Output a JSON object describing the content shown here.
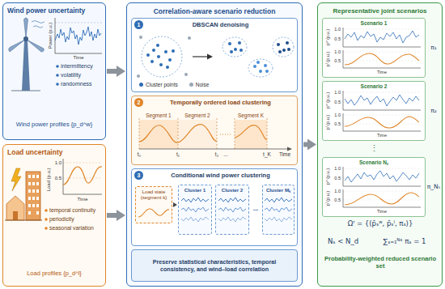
{
  "diagram": {
    "nodes": [
      {
        "text": [
          "Wind power uncertainty"
        ]
      },
      {
        "text": [
          "Load uncertainty"
        ]
      },
      {
        "text": [
          "Correlation-aware scenario reduction"
        ]
      },
      {
        "text": [
          "DBSCAN denoising"
        ],
        "in": 2
      },
      {
        "text": [
          "1"
        ],
        "in": 3
      },
      {
        "text": [
          "Temporally ordered load clustering"
        ],
        "in": 2
      },
      {
        "text": [
          "2"
        ],
        "in": 5
      },
      {
        "text": [
          "Conditional wind power clustering"
        ],
        "in": 2
      },
      {
        "text": [
          "3"
        ],
        "in": 7
      },
      {
        "text": [
          "Load state (segment k)"
        ],
        "in": 7
      },
      {
        "text": [
          "Cluster 1"
        ],
        "in": 7
      },
      {
        "text": [
          "Cluster 2"
        ],
        "in": 7
      },
      {
        "text": [
          "Cluster Mₖ"
        ],
        "in": 7
      },
      {
        "text": [
          "Preserve statistical characteristics, temporal consistency, and wind–load correlation"
        ],
        "in": 2
      },
      {
        "text": [
          "Representative joint scenarios"
        ]
      },
      {
        "text": [
          "Scenario 1"
        ],
        "in": 14
      },
      {
        "text": [
          "Scenario 2"
        ],
        "in": 14
      },
      {
        "text": [
          "Scenario Nₛ"
        ],
        "in": 14
      }
    ],
    "edges": [
      {
        "from": 0,
        "to": 2,
        "arrow": "to"
      },
      {
        "from": 1,
        "to": 2,
        "arrow": "to"
      },
      {
        "from": 2,
        "to": 14,
        "arrow": "to"
      },
      {
        "from": 9,
        "to": 10,
        "arrow": "to"
      }
    ],
    "labels": [
      "Power (p.u.)",
      "Time",
      "intermittency",
      "volatility",
      "randomness",
      "Wind power profiles {p_d^w}",
      "Load (p.u.)",
      "1.0",
      "0.5",
      "Time",
      "temporal continuity",
      "periodicity",
      "seasonal variation",
      "Load profiles {p_d^l}",
      "Segment 1",
      "Segment 2",
      "Segment K",
      "t₀",
      "t₁",
      "t₂",
      "...",
      "t_K",
      "Time",
      "...",
      "pʷ (p.u.)",
      "1.0",
      "0.5",
      "pˡ (p.u.)",
      "1.0",
      "0.5",
      "Time",
      "π₁",
      "pʷ (p.u.)",
      "1.0",
      "0.5",
      "pˡ (p.u.)",
      "1.0",
      "0.5",
      "Time",
      "π₂",
      "⋮",
      "pʷ (p.u.)",
      "1.0",
      "0.5",
      "pˡ (p.u.)",
      "1.0",
      "0.5",
      "Time",
      "π_Nₛ",
      "Ωʳ = {(p̄ₛʷ, p̄ₛˡ, πₛ)}",
      "Nₛ < N_d",
      "∑ₛ₌₁ᴺˢ πₛ = 1",
      "Probability-weighted reduced scenario set"
    ],
    "legend": [
      {
        "text": "Cluster points",
        "color": "#2f6db5"
      },
      {
        "text": "Noise",
        "color": "#9aa7b5"
      }
    ]
  }
}
